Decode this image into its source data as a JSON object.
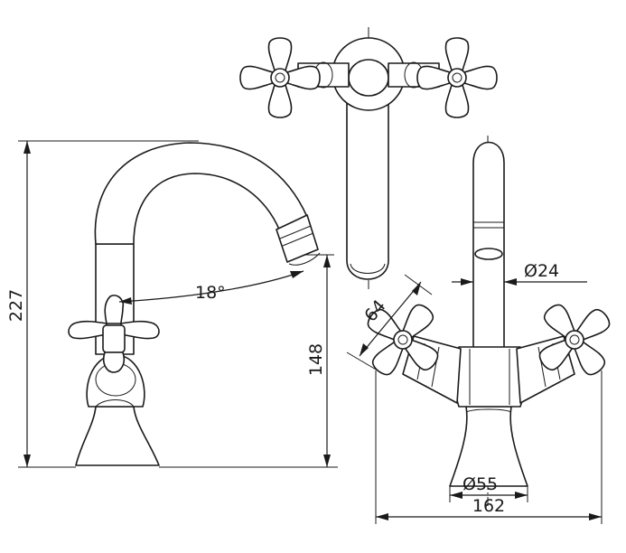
{
  "dimensions": {
    "height_total": "227",
    "height_spout": "148",
    "spout_angle": "18°",
    "handle_reach": "64",
    "spout_diameter": "Ø24",
    "base_diameter": "Ø55",
    "width_total": "162"
  }
}
